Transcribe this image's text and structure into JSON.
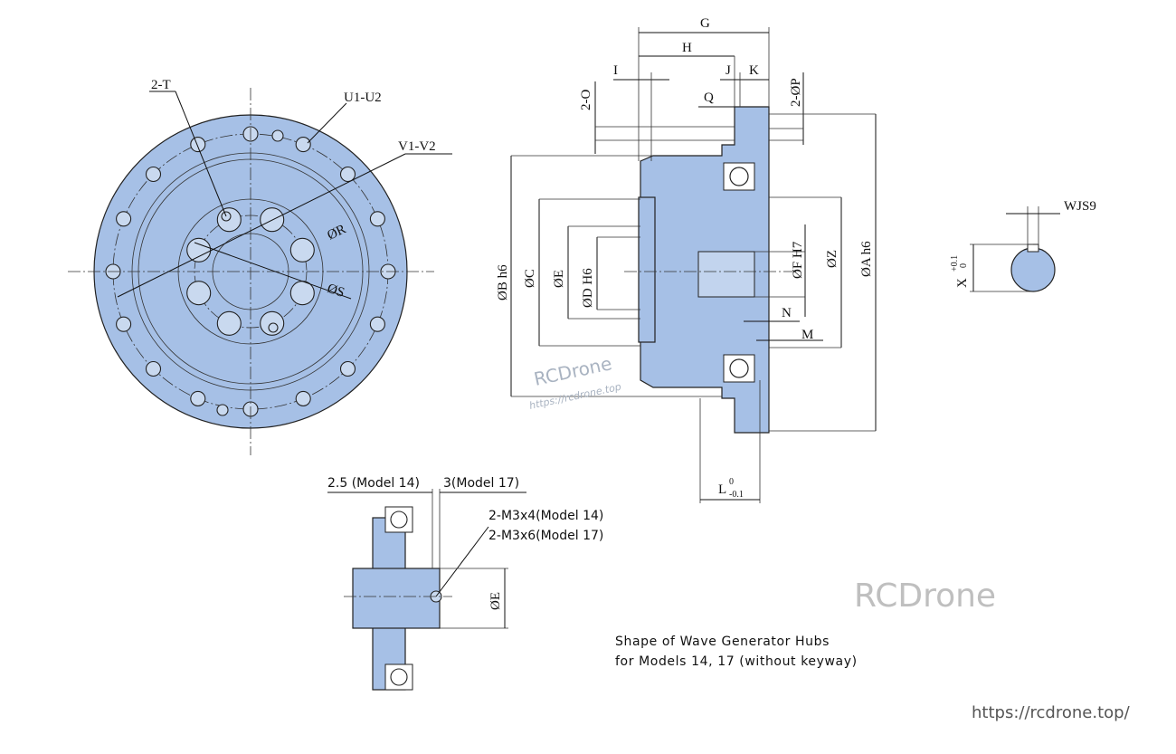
{
  "front_view": {
    "labels": {
      "t": "2-T",
      "u": "U1-U2",
      "v": "V1-V2",
      "r": "ØR",
      "s": "ØS"
    }
  },
  "side_view": {
    "labels": {
      "g": "G",
      "h": "H",
      "i": "I",
      "j": "J",
      "k": "K",
      "q": "Q",
      "o": "2-O",
      "p": "2-ØP",
      "b": "ØB h6",
      "c": "ØC",
      "e": "ØE",
      "d": "ØD H6",
      "f": "ØF H7",
      "z": "ØZ",
      "a": "ØA h6",
      "n": "N",
      "m": "M",
      "l": "L",
      "l_upper": "0",
      "l_lower": "-0.1"
    }
  },
  "keyway_view": {
    "labels": {
      "w": "WJS9",
      "x": "X",
      "x_upper": "+0.1",
      "x_lower": "0"
    }
  },
  "hub_view": {
    "labels": {
      "dim_14": "2.5 (Model 14)",
      "dim_17": "3(Model 17)",
      "screw_14": "2-M3x4(Model 14)",
      "screw_17": "2-M3x6(Model 17)",
      "e": "ØE"
    },
    "caption_line1": "Shape of Wave Generator Hubs",
    "caption_line2": "for Models 14, 17 (without keyway)"
  },
  "watermarks": {
    "center_brand": "RCDrone",
    "center_url": "https://rcdrone.top",
    "right_brand": "RCDrone",
    "footer_url": "https://rcdrone.top/"
  },
  "colors": {
    "body_fill": "#a6c0e6",
    "line": "#111111"
  }
}
